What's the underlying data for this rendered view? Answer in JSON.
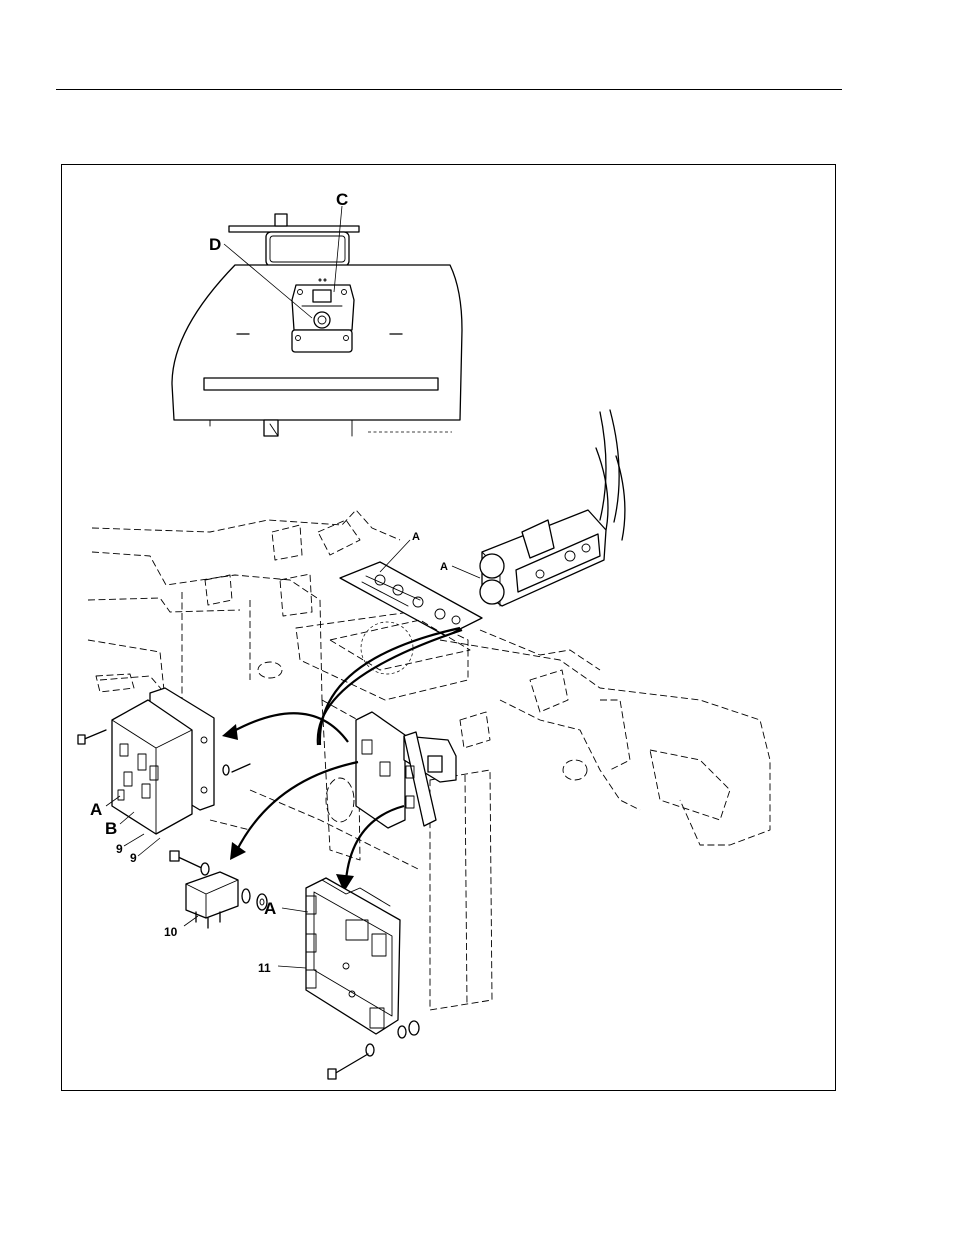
{
  "callouts": {
    "top_c": "C",
    "top_d": "D",
    "a_plate": "A",
    "a_module": "A",
    "a_left": "A",
    "b_left": "B",
    "nine_upper": "9",
    "nine_lower": "9",
    "ten": "10",
    "a_board": "A",
    "eleven": "11"
  }
}
